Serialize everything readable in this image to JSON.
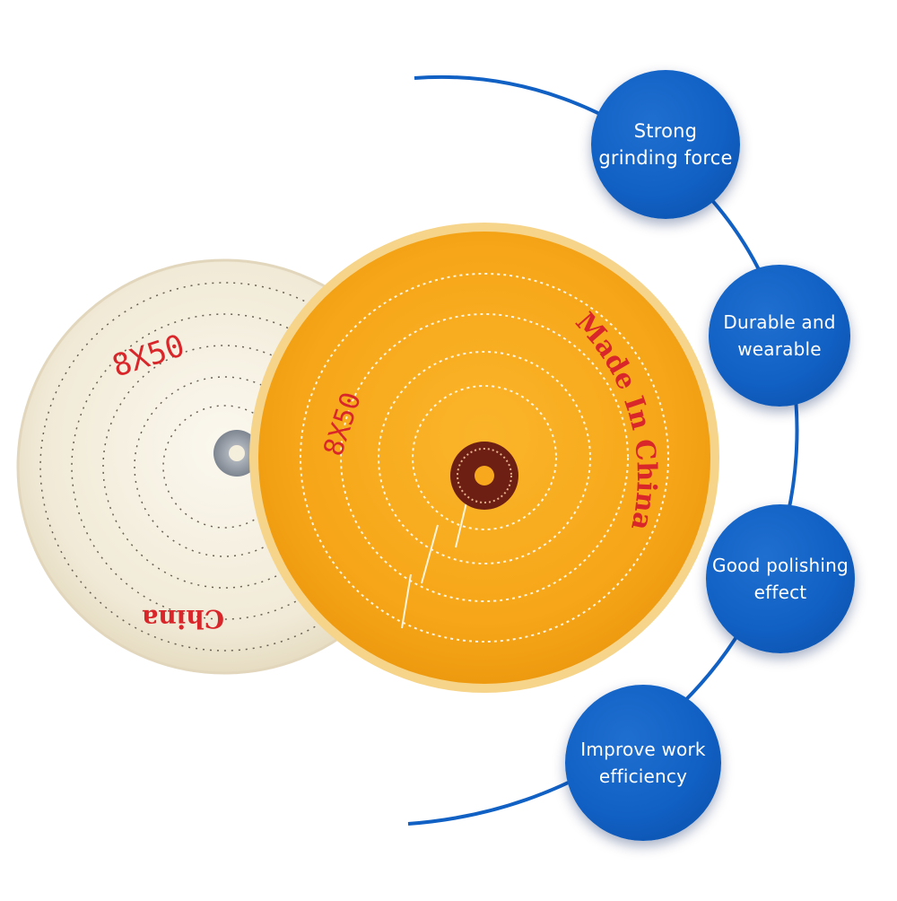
{
  "features": [
    {
      "label": "Strong\ngrinding  force"
    },
    {
      "label": "Durable and\nwearable"
    },
    {
      "label": "Good polishing\neffect"
    },
    {
      "label": "Improve work\nefficiency"
    }
  ],
  "wheels": {
    "white": {
      "size_text": "8X50",
      "imprint_text": "China",
      "color": "#f4eedd"
    },
    "yellow": {
      "size_text": "8X50",
      "imprint_text": "Made In China",
      "color": "#f7a81c"
    }
  },
  "colors": {
    "accent_blue": "#1160c4",
    "print_red": "#d8262a"
  }
}
